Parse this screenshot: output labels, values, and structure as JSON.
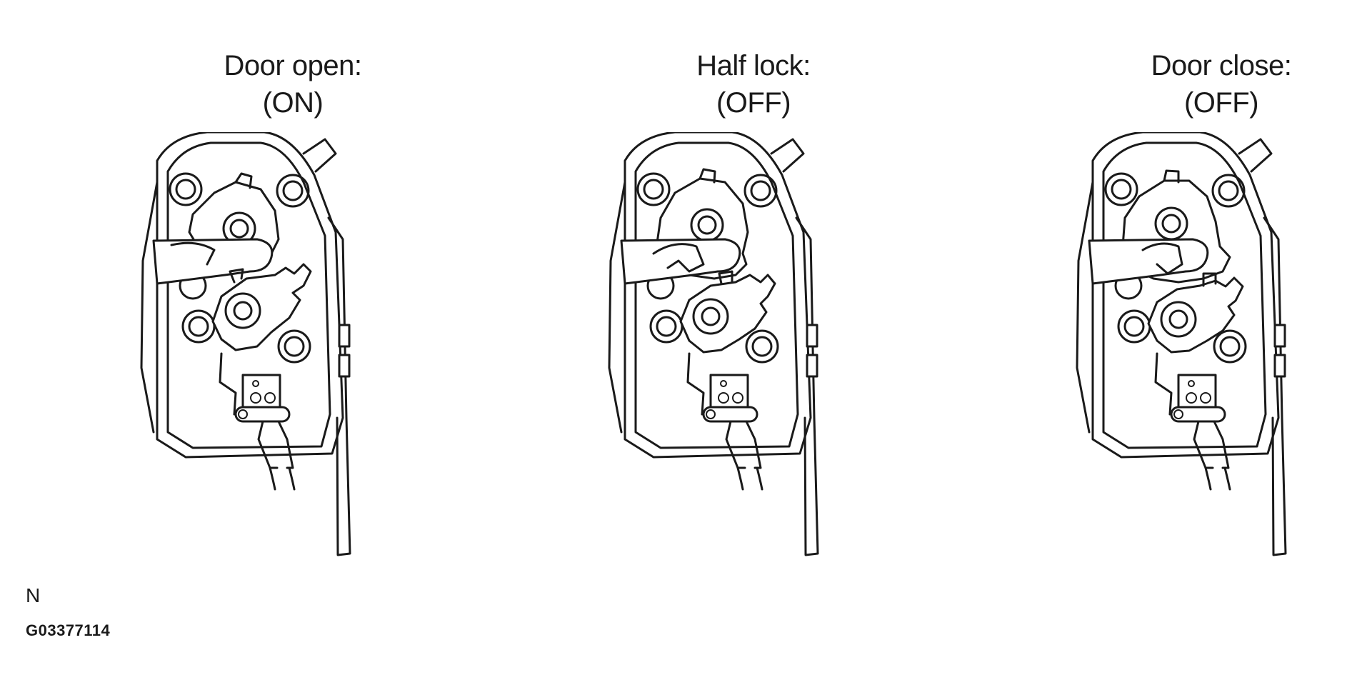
{
  "panels": [
    {
      "title": "Door open:",
      "state": "(ON)"
    },
    {
      "title": "Half lock:",
      "state": "(OFF)"
    },
    {
      "title": "Door close:",
      "state": "(OFF)"
    }
  ],
  "footer": {
    "letter": "N",
    "code": "G03377114"
  },
  "colors": {
    "line": "#1a1a1a",
    "background": "#ffffff"
  }
}
